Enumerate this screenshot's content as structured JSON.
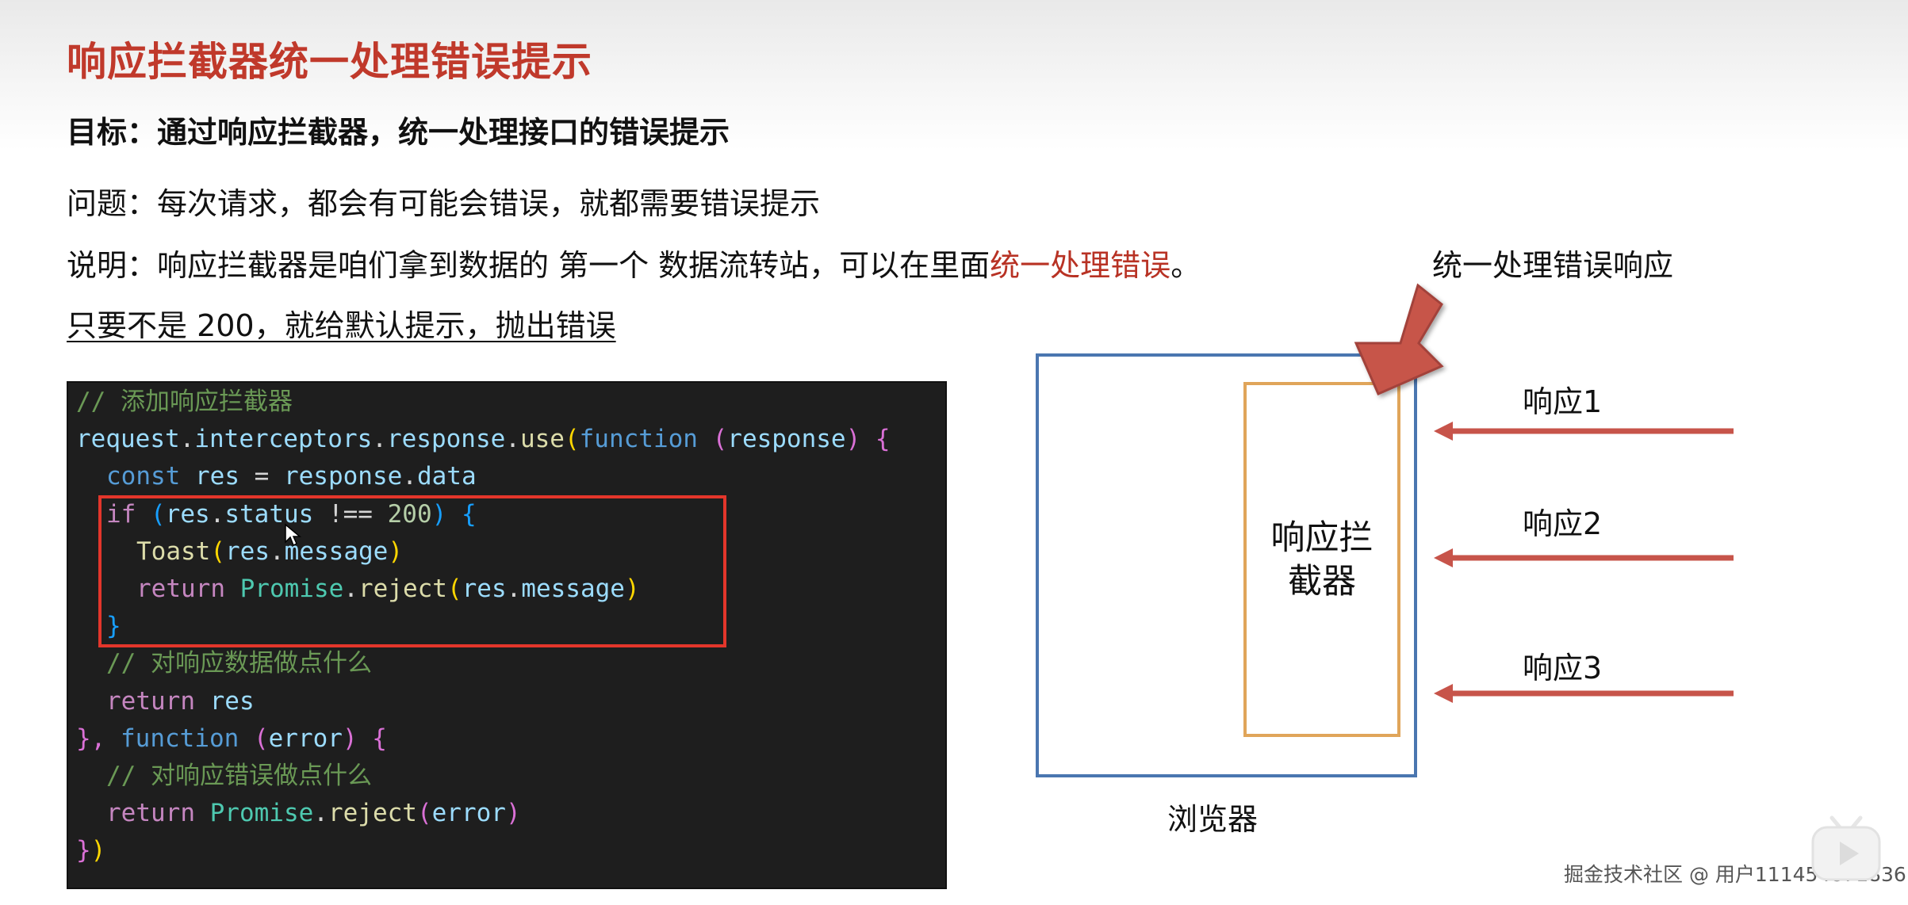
{
  "slide": {
    "title": "响应拦截器统一处理错误提示",
    "goal": "目标：通过响应拦截器，统一处理接口的错误提示",
    "problem": "问题：每次请求，都会有可能会错误，就都需要错误提示",
    "explain_prefix": "说明：响应拦截器是咱们拿到数据的 第一个 数据流转站，可以在里面",
    "explain_highlight": "统一处理错误",
    "explain_suffix": "。",
    "rule": "只要不是 200，就给默认提示，抛出错误"
  },
  "code": {
    "c1": "// 添加响应拦截器",
    "l2_obj": "request",
    "l2_dot1": ".",
    "l2_prop1": "interceptors",
    "l2_dot2": ".",
    "l2_prop2": "response",
    "l2_dot3": ".",
    "l2_fn": "use",
    "l2_p_open": "(",
    "l2_kw": "function",
    "l2_sp": " ",
    "l2_param_open": "(",
    "l2_param": "response",
    "l2_param_close": ")",
    "l2_brace": " {",
    "l3_kw": "const",
    "l3_var": " res",
    "l3_eq": " = ",
    "l3_obj": "response",
    "l3_dot": ".",
    "l3_prop": "data",
    "l4_kw": "if",
    "l4_open": " (",
    "l4_obj": "res",
    "l4_dot": ".",
    "l4_prop": "status",
    "l4_op": " !== ",
    "l4_num": "200",
    "l4_close": ")",
    "l4_brace": " {",
    "l5_fn": "Toast",
    "l5_open": "(",
    "l5_obj": "res",
    "l5_dot": ".",
    "l5_prop": "message",
    "l5_close": ")",
    "l6_kw": "return",
    "l6_cls": " Promise",
    "l6_dot": ".",
    "l6_fn": "reject",
    "l6_open": "(",
    "l6_obj": "res",
    "l6_dot2": ".",
    "l6_prop": "message",
    "l6_close": ")",
    "l7_brace": "}",
    "c8": "// 对响应数据做点什么",
    "l9_kw": "return",
    "l9_var": " res",
    "l10_close": "}, ",
    "l10_kw": "function",
    "l10_open": " (",
    "l10_param": "error",
    "l10_close2": ")",
    "l10_brace": " {",
    "c11": "// 对响应错误做点什么",
    "l12_kw": "return",
    "l12_cls": " Promise",
    "l12_dot": ".",
    "l12_fn": "reject",
    "l12_open": "(",
    "l12_param": "error",
    "l12_close": ")",
    "l13_brace": "}",
    "l13_paren": ")"
  },
  "diagram": {
    "callout": "统一处理错误响应",
    "interceptor_line1": "响应拦",
    "interceptor_line2": "截器",
    "browser": "浏览器",
    "responses": [
      "响应1",
      "响应2",
      "响应3"
    ]
  },
  "watermark": "掘金技术社区 @ 用户111454871836",
  "icons": {
    "cursor": "mouse-pointer-icon",
    "arrow": "red-callout-arrow-icon",
    "player": "bilibili-tv-icon"
  },
  "colors": {
    "title": "#c0392b",
    "highlight": "#b83224",
    "code_bg": "#1e1e1e",
    "code_box": "#e3362b",
    "browser_border": "#4a76b0",
    "interceptor_border": "#e0a55a",
    "arrow": "#c7544a"
  }
}
